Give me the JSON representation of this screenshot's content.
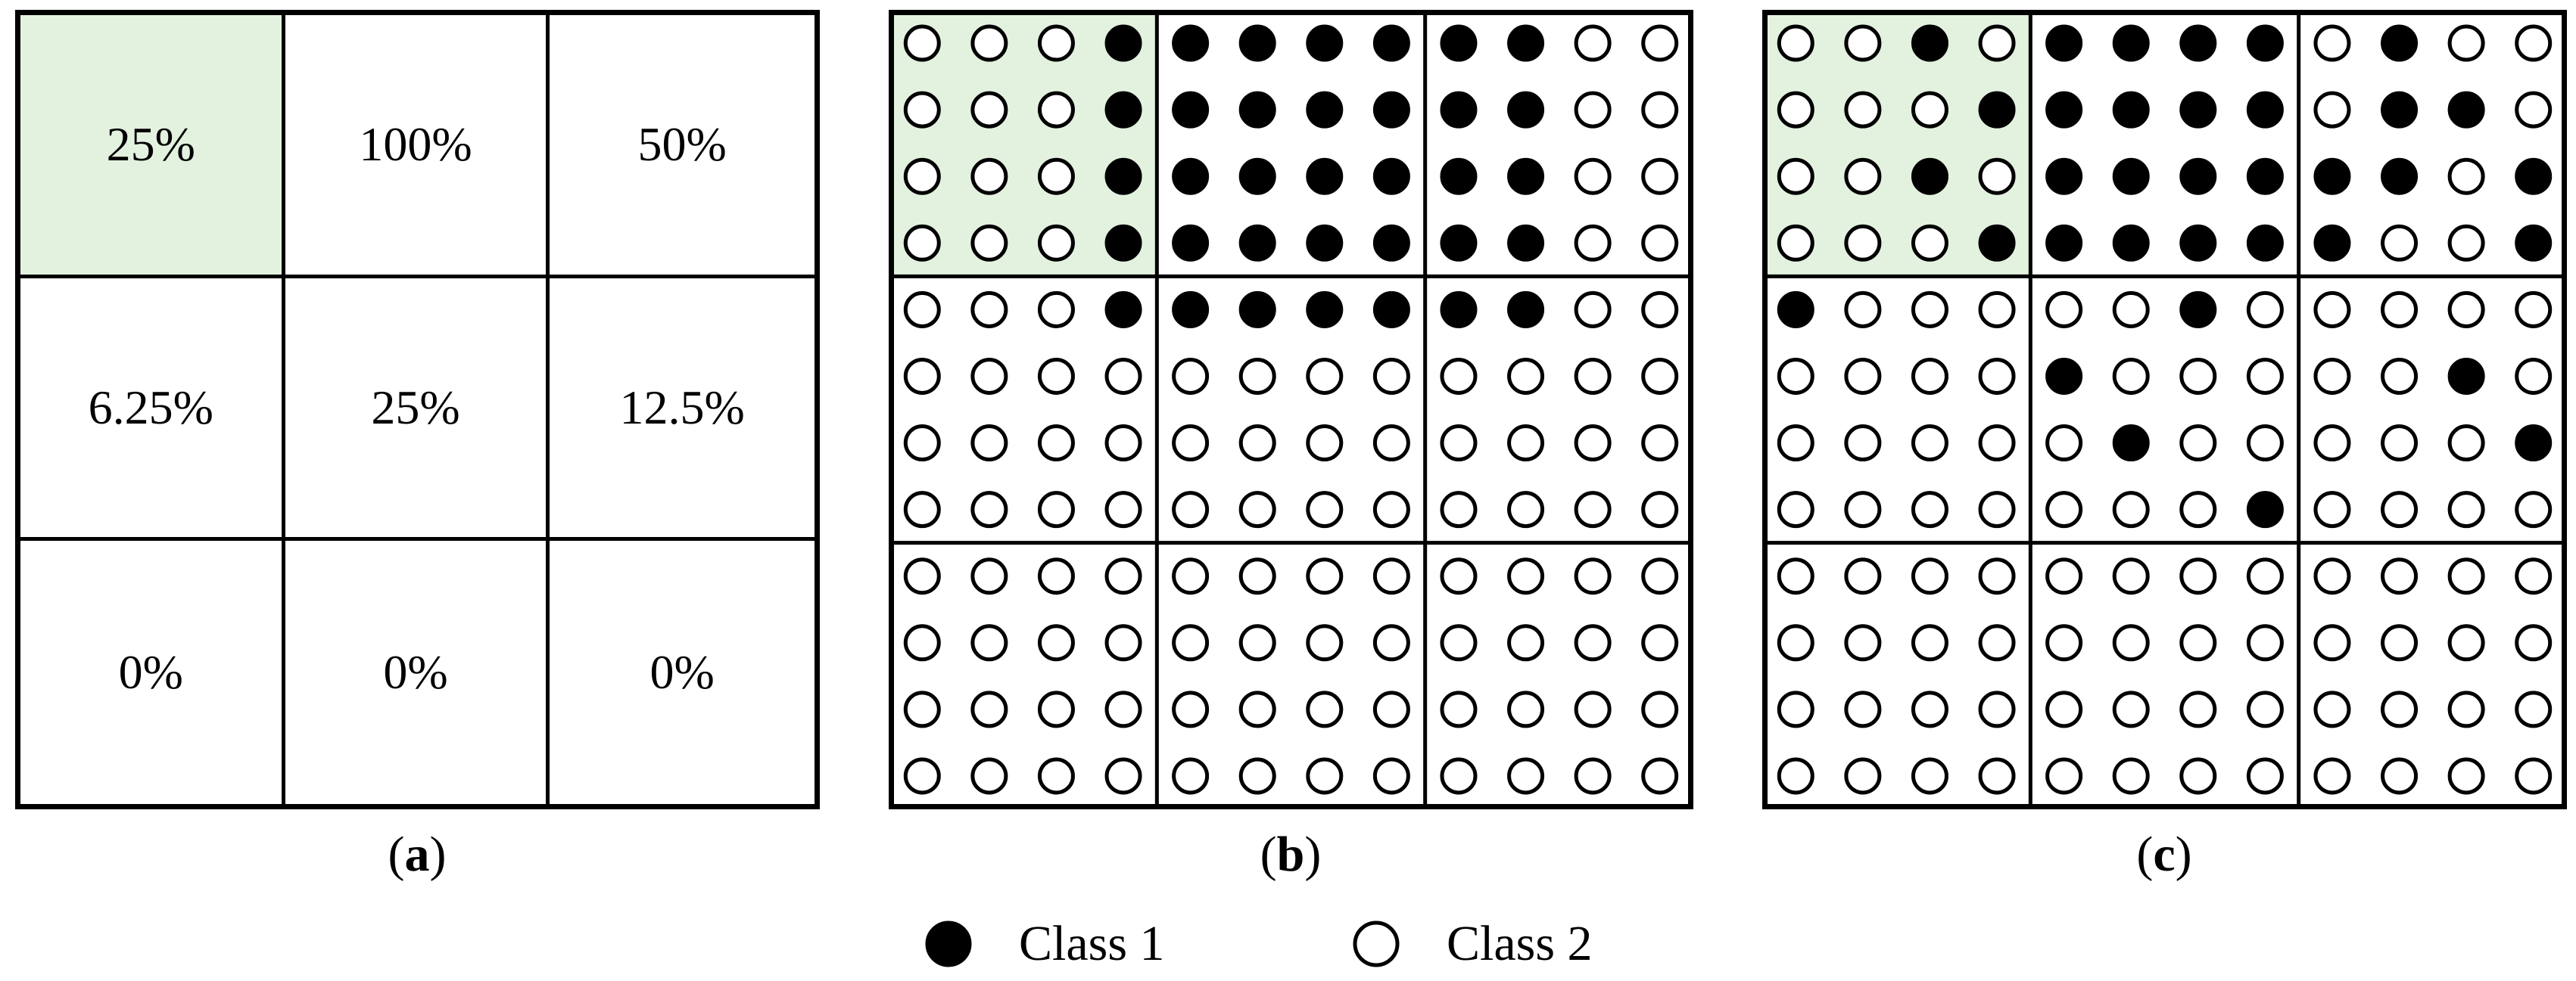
{
  "panel_a": {
    "cells": [
      "25%",
      "100%",
      "50%",
      "6.25%",
      "25%",
      "12.5%",
      "0%",
      "0%",
      "0%"
    ],
    "highlighted_cell": 0
  },
  "panel_b": {
    "highlighted_block": 0,
    "rows": [
      "000111111100",
      "000111111100",
      "000111111100",
      "000111111100",
      "000111111100",
      "000000000000",
      "000000000000",
      "000000000000",
      "000000000000",
      "000000000000",
      "000000000000",
      "000000000000"
    ]
  },
  "panel_c": {
    "highlighted_block": 0,
    "rows": [
      "001011110100",
      "000111110110",
      "001011111101",
      "000111111001",
      "100000100000",
      "000010000010",
      "000001000001",
      "000000010000",
      "000000000000",
      "000000000000",
      "000000000000",
      "000000000000"
    ]
  },
  "captions": {
    "a": {
      "open": "(",
      "letter": "a",
      "close": ")"
    },
    "b": {
      "open": "(",
      "letter": "b",
      "close": ")"
    },
    "c": {
      "open": "(",
      "letter": "c",
      "close": ")"
    }
  },
  "legend": {
    "class1": "Class 1",
    "class2": "Class 2"
  },
  "colors": {
    "highlight": "#e3f2df",
    "class1_fill": "#000000",
    "class2_fill": "#ffffff",
    "line": "#000000"
  }
}
